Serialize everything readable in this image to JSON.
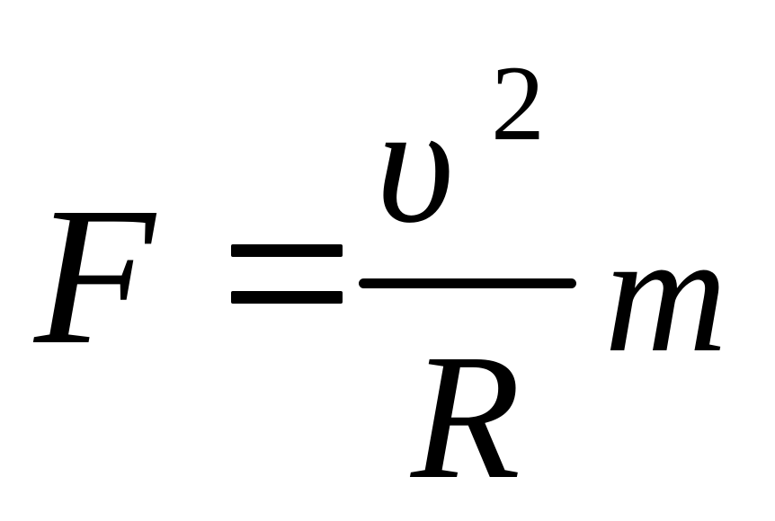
{
  "formula": {
    "lhs": "F",
    "operator": "=",
    "numerator_base": "υ",
    "numerator_exponent": "2",
    "denominator": "R",
    "multiplier": "m"
  }
}
